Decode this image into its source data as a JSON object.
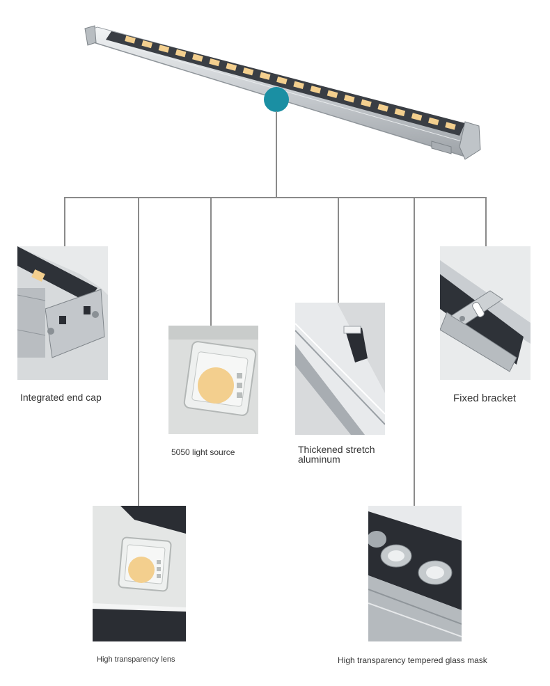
{
  "colors": {
    "hub": "#1a8fa3",
    "connector": "#8a8a8a",
    "led": "#f3cf8e",
    "aluminum": "#cfd3d6",
    "housing": "#2a2d33"
  },
  "features": [
    {
      "id": "end-cap",
      "label": "Integrated end cap"
    },
    {
      "id": "light-source",
      "label": "5050 light source"
    },
    {
      "id": "aluminum",
      "label_line1": "Thickened stretch",
      "label_line2": "aluminum"
    },
    {
      "id": "bracket",
      "label": "Fixed bracket"
    },
    {
      "id": "lens",
      "label": "High transparency lens"
    },
    {
      "id": "glass-mask",
      "label": "High transparency tempered glass mask"
    }
  ]
}
